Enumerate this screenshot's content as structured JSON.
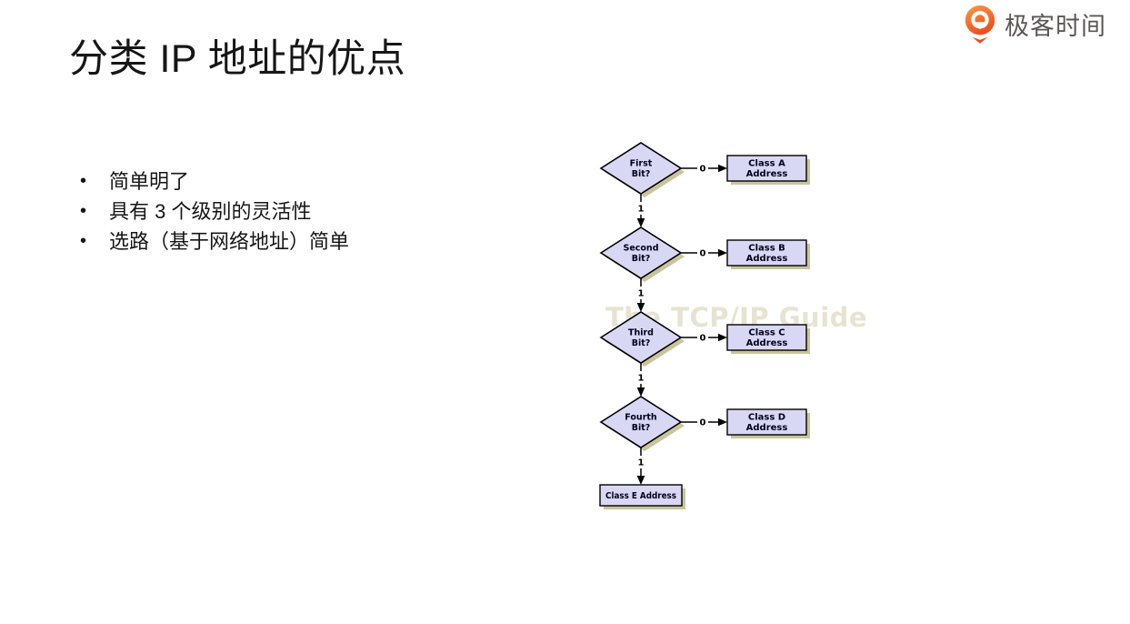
{
  "slide": {
    "title": "分类 IP 地址的优点",
    "bullet_glyph": "•",
    "bullets": [
      "简单明了",
      "具有 3 个级别的灵活性",
      "选路（基于网络地址）简单"
    ]
  },
  "brand": {
    "name": "极客时间",
    "accent_color": "#EE5A20",
    "text_color": "#5B5757"
  },
  "watermark": {
    "text": "The TCP/IP Guide",
    "color": "#E8E3D1"
  },
  "flowchart": {
    "type": "flowchart",
    "node_fill": "#D8D8F4",
    "node_border": "#000000",
    "shadow_color": "#C9C49C",
    "rows": [
      {
        "decision": [
          "First",
          "Bit?"
        ],
        "branch_right_label": "0",
        "branch_down_label": "1",
        "result": [
          "Class A",
          "Address"
        ]
      },
      {
        "decision": [
          "Second",
          "Bit?"
        ],
        "branch_right_label": "0",
        "branch_down_label": "1",
        "result": [
          "Class B",
          "Address"
        ]
      },
      {
        "decision": [
          "Third",
          "Bit?"
        ],
        "branch_right_label": "0",
        "branch_down_label": "1",
        "result": [
          "Class C",
          "Address"
        ]
      },
      {
        "decision": [
          "Fourth",
          "Bit?"
        ],
        "branch_right_label": "0",
        "branch_down_label": "1",
        "result": [
          "Class D",
          "Address"
        ]
      }
    ],
    "final": {
      "label": "Class E Address"
    }
  }
}
